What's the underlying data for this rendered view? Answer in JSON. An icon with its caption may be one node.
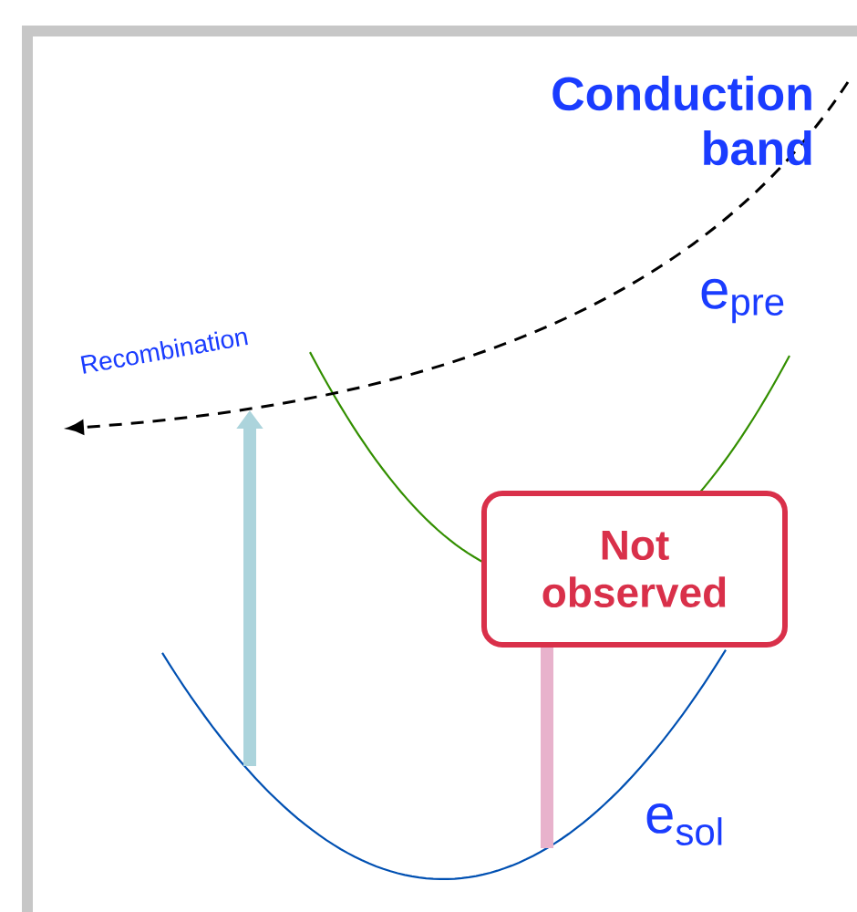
{
  "diagram": {
    "nodes": [
      {
        "text": [
          "Not observed"
        ]
      }
    ],
    "labels": [
      "Conduction band",
      "e$_{pre}$",
      "Recombination",
      "e$_{sol}$"
    ]
  }
}
